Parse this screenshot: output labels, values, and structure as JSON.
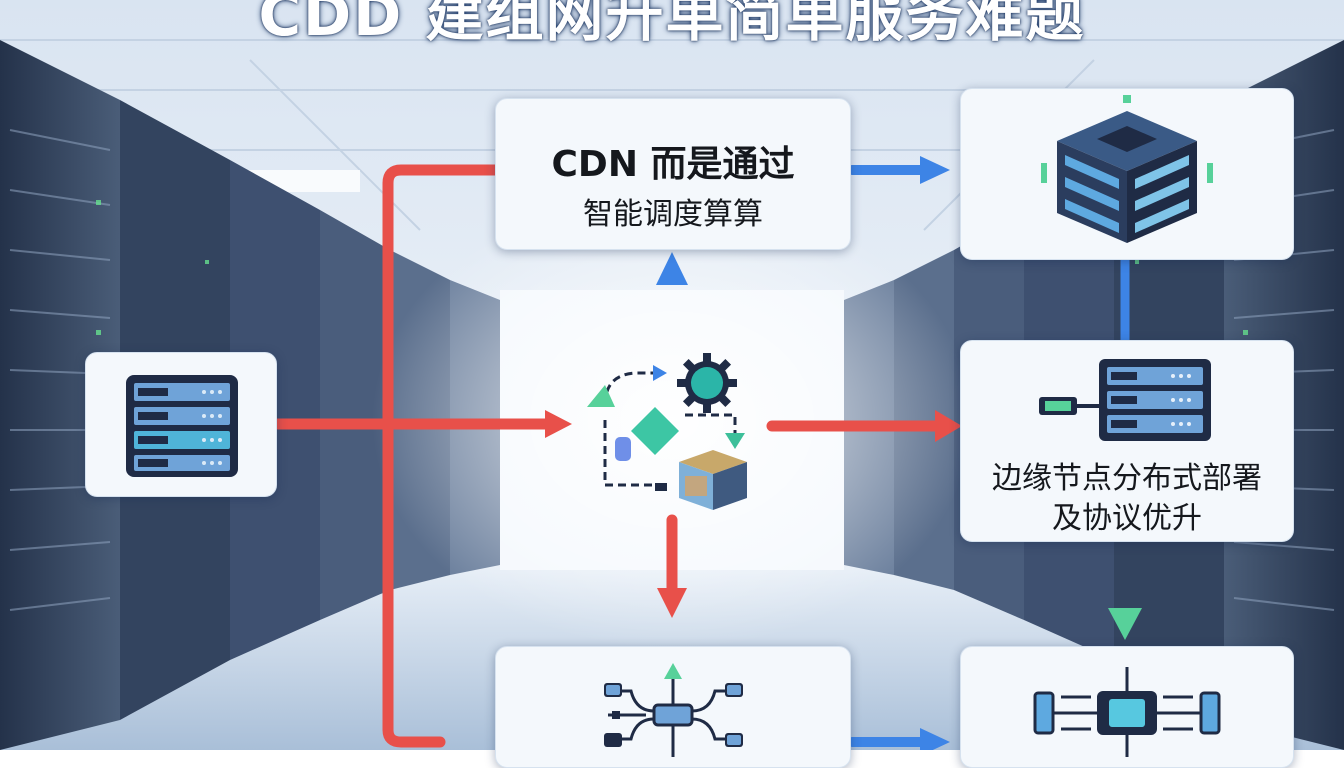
{
  "title": "CDD 建组网升单简单服务难题",
  "cards": {
    "scheduling": {
      "line1": "CDN 而是通过",
      "line2": "智能调度算算"
    },
    "edge": {
      "line1": "边缘节点分布式部署",
      "line2": "及协议优升"
    }
  },
  "icons": {
    "left_server": "server-rack-icon",
    "center_hub": "workflow-gear-box-icon",
    "top_right": "isometric-server-cube-icon",
    "edge_node": "connector-server-icon",
    "bottom_center": "branching-network-icon",
    "bottom_right": "chip-circuit-icon"
  },
  "colors": {
    "red_arrow": "#e8504a",
    "blue_arrow": "#3d84e6",
    "green_arrow": "#57d19a",
    "card_bg": "#f4f8fc",
    "background": "#c9d8ea"
  }
}
